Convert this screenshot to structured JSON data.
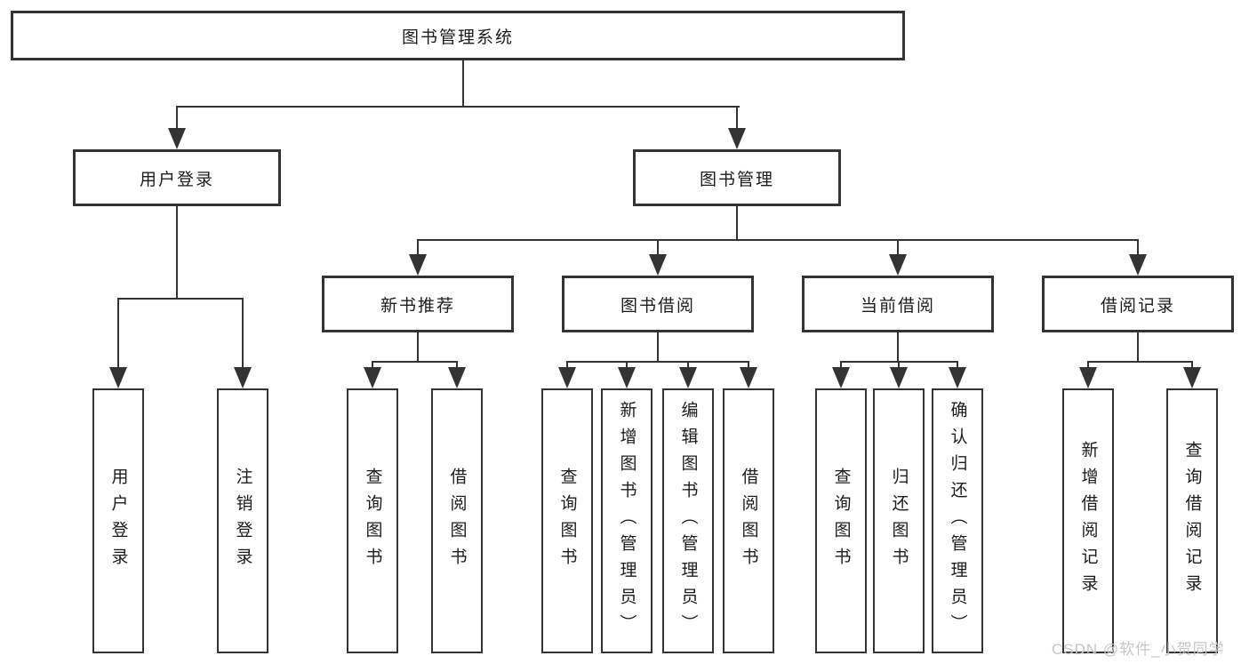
{
  "tree": {
    "label": "图书管理系统",
    "children": [
      {
        "label": "用户登录",
        "children": [
          {
            "label": "用户登录"
          },
          {
            "label": "注销登录"
          }
        ]
      },
      {
        "label": "图书管理",
        "children": [
          {
            "label": "新书推荐",
            "children": [
              {
                "label": "查询图书"
              },
              {
                "label": "借阅图书"
              }
            ]
          },
          {
            "label": "图书借阅",
            "children": [
              {
                "label": "查询图书"
              },
              {
                "label": "新增图书（管理员）"
              },
              {
                "label": "编辑图书（管理员）"
              },
              {
                "label": "借阅图书"
              }
            ]
          },
          {
            "label": "当前借阅",
            "children": [
              {
                "label": "查询图书"
              },
              {
                "label": "归还图书"
              },
              {
                "label": "确认归还（管理员）"
              }
            ]
          },
          {
            "label": "借阅记录",
            "children": [
              {
                "label": "新增借阅记录"
              },
              {
                "label": "查询借阅记录"
              }
            ]
          }
        ]
      }
    ]
  },
  "watermark": "CSDN @软件_小贺同学",
  "colors": {
    "line": "#333333",
    "text": "#1c1c1c",
    "box_background": "#ffffff",
    "page_background": "#ffffff",
    "watermark": "#c6c6c6"
  }
}
